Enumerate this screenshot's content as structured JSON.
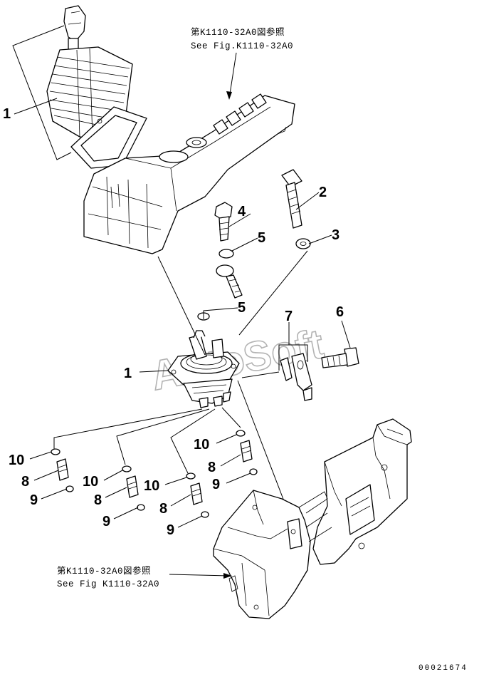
{
  "refs": {
    "top_jp": "第K1110-32A0図参照",
    "top_en": "See Fig.K1110-32A0",
    "bottom_jp": "第K1110-32A0図参照",
    "bottom_en": "See Fig K1110-32A0"
  },
  "watermark": "AutoSoft",
  "drawing_code": "00021674",
  "callouts": {
    "lever": "1",
    "bolt_right": "2",
    "washer_right": "3",
    "bolt_left": "4",
    "washer_upper": "5",
    "washer_lower": "5",
    "bolt_bracket": "6",
    "bracket": "7",
    "valve_1": "1",
    "nipple_a": "8",
    "nipple_b": "8",
    "nipple_c": "8",
    "nipple_d": "8",
    "seal_a": "9",
    "seal_b": "9",
    "seal_c": "9",
    "seal_d": "9",
    "oring_a": "10",
    "oring_b": "10",
    "oring_c": "10",
    "oring_d": "10"
  },
  "icons": {
    "lever": "control-lever-boot-icon",
    "console": "armrest-console-icon",
    "valve": "pilot-valve-icon",
    "frame": "console-frame-icon"
  }
}
